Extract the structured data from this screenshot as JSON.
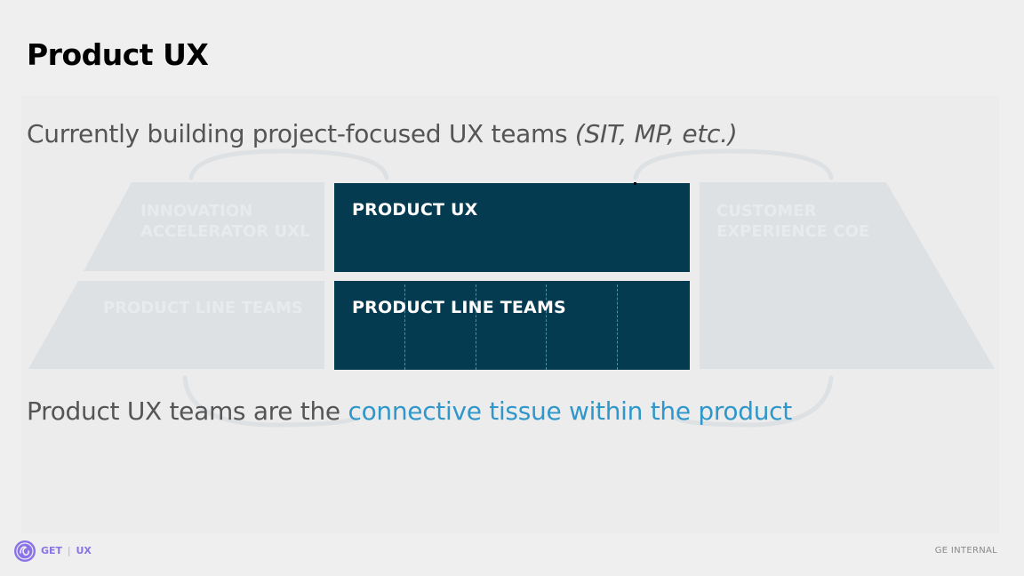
{
  "slide": {
    "title": "Product UX",
    "headline": "Currently building project-focused UX teams",
    "headline_aside": "(SIT, MP, etc.)",
    "tagline_lead": "Product UX teams are the",
    "tagline_highlight": "connective tissue within the product"
  },
  "diagram": {
    "top_box_label": "PRODUCT UX",
    "bottom_box_label": "PRODUCT LINE TEAMS",
    "ghost_labels": {
      "left_top_line1": "INNOVATION",
      "left_top_line2": "ACCELERATOR UXL",
      "left_bottom": "PRODUCT LINE TEAMS",
      "right_top_line1": "CUSTOMER",
      "right_top_line2": "EXPERIENCE COE"
    }
  },
  "footer": {
    "brand_left": "GET",
    "brand_separator": "|",
    "brand_right": "UX",
    "logo": "ge-monogram-icon",
    "classification": "GE INTERNAL"
  },
  "colors": {
    "box_fill": "#053b50",
    "accent": "#2f97c9",
    "brand_purple": "#8a72e8",
    "ghost_fill": "#dde1e4",
    "ghost_text": "#e8eaec"
  }
}
